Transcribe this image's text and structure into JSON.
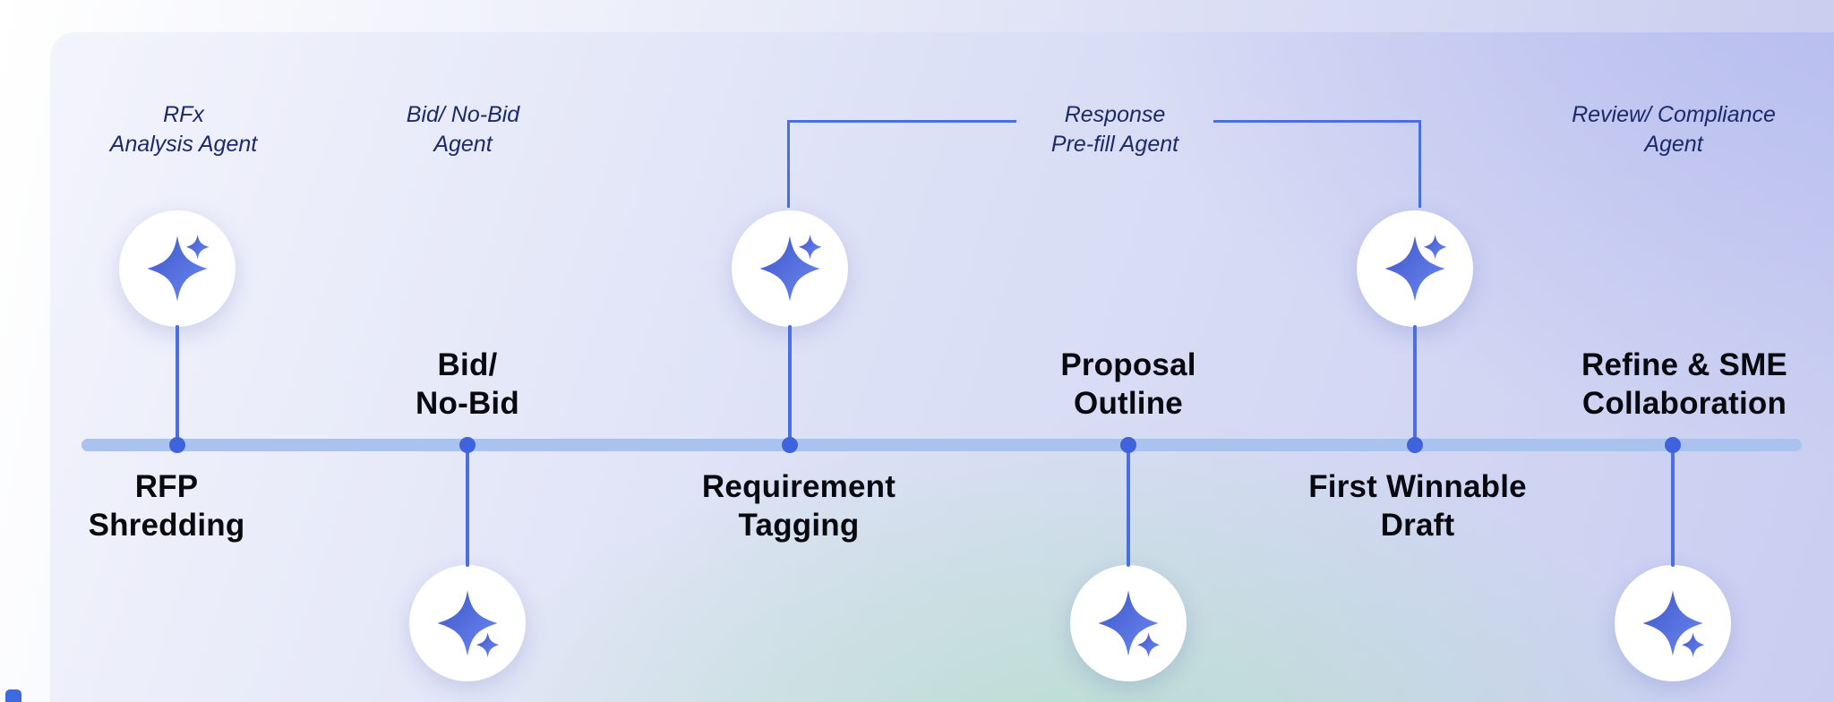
{
  "colors": {
    "timeline_bar": "#a9c3ee",
    "connector_blue": "#4a6fe0",
    "dot_blue": "#3f63dd",
    "agent_label_text": "#1b2a6b",
    "stage_label_text": "#08080f",
    "sparkle_gradient_from": "#3e55cc",
    "sparkle_gradient_to": "#6d8af0",
    "background_lavender": "#c9cef1",
    "background_mint": "#cdeada"
  },
  "agents": [
    {
      "line1": "RFx",
      "line2": "Analysis Agent"
    },
    {
      "line1": "Bid/ No-Bid",
      "line2": "Agent"
    },
    {
      "line1": "Response",
      "line2": "Pre-fill Agent"
    },
    {
      "line1": "Review/ Compliance",
      "line2": "Agent"
    }
  ],
  "stages": [
    {
      "line1": "RFP",
      "line2": "Shredding",
      "label_position": "below-line",
      "icon_position": "above-line"
    },
    {
      "line1": "Bid/",
      "line2": "No-Bid",
      "label_position": "above-line",
      "icon_position": "below-line"
    },
    {
      "line1": "Requirement",
      "line2": "Tagging",
      "label_position": "below-line",
      "icon_position": "above-line"
    },
    {
      "line1": "Proposal",
      "line2": "Outline",
      "label_position": "above-line",
      "icon_position": "below-line"
    },
    {
      "line1": "First Winnable",
      "line2": "Draft",
      "label_position": "below-line",
      "icon_position": "above-line"
    },
    {
      "line1": "Refine & SME",
      "line2": "Collaboration",
      "label_position": "above-line",
      "icon_position": "below-line"
    }
  ],
  "icons": {
    "agent_icon": "ai-sparkle-icon"
  }
}
